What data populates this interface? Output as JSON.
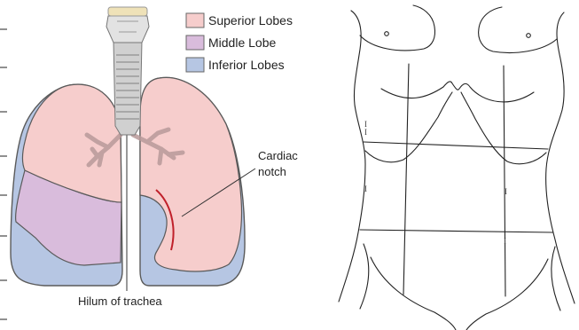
{
  "legend": {
    "items": [
      {
        "label": "Superior Lobes",
        "color": "#f6cdcc"
      },
      {
        "label": "Middle Lobe",
        "color": "#d9bcdc"
      },
      {
        "label": "Inferior Lobes",
        "color": "#b6c6e3"
      }
    ]
  },
  "callouts": {
    "cardiac_line1": "Cardiac",
    "cardiac_line2": "notch",
    "hilum": "Hilum of trachea"
  },
  "body_marks": {
    "m1": "I",
    "m2": "I",
    "m3": "I",
    "m4": "I",
    "m5": "I"
  },
  "colors": {
    "superior": "#f6cdcc",
    "middle": "#d9bcdc",
    "inferior": "#b6c6e3",
    "outline": "#555555",
    "trachea": "#d0d0d0",
    "cardiac_mark": "#c0202a"
  }
}
